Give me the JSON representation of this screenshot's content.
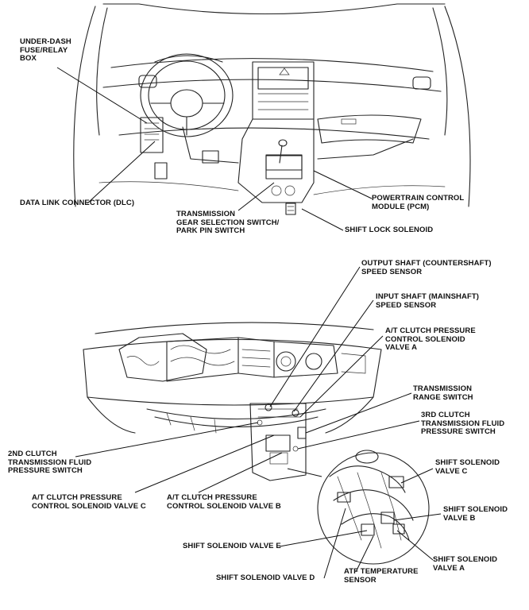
{
  "labels": {
    "under_dash_fuse_relay_box": "UNDER-DASH\nFUSE/RELAY\nBOX",
    "data_link_connector": "DATA LINK CONNECTOR (DLC)",
    "transmission_gear_selection_switch": "TRANSMISSION\nGEAR SELECTION SWITCH/\nPARK PIN SWITCH",
    "powertrain_control_module": "POWERTRAIN CONTROL\nMODULE (PCM)",
    "shift_lock_solenoid": "SHIFT LOCK SOLENOID",
    "output_shaft_speed_sensor": "OUTPUT SHAFT (COUNTERSHAFT)\nSPEED SENSOR",
    "input_shaft_speed_sensor": "INPUT SHAFT (MAINSHAFT)\nSPEED SENSOR",
    "at_clutch_pressure_control_solenoid_a": "A/T CLUTCH PRESSURE\nCONTROL SOLENOID\nVALVE A",
    "transmission_range_switch": "TRANSMISSION\nRANGE SWITCH",
    "third_clutch_pressure_switch": "3RD CLUTCH\nTRANSMISSION FLUID\nPRESSURE SWITCH",
    "second_clutch_pressure_switch": "2ND CLUTCH\nTRANSMISSION FLUID\nPRESSURE SWITCH",
    "shift_solenoid_c": "SHIFT SOLENOID\nVALVE C",
    "at_clutch_pressure_control_solenoid_c": "A/T CLUTCH PRESSURE\nCONTROL SOLENOID VALVE C",
    "at_clutch_pressure_control_solenoid_b": "A/T CLUTCH PRESSURE\nCONTROL SOLENOID VALVE B",
    "shift_solenoid_b": "SHIFT SOLENOID\nVALVE B",
    "shift_solenoid_e": "SHIFT SOLENOID VALVE E",
    "shift_solenoid_d": "SHIFT SOLENOID VALVE D",
    "atf_temperature_sensor": "ATF TEMPERATURE\nSENSOR",
    "shift_solenoid_a": "SHIFT SOLENOID\nVALVE A"
  }
}
